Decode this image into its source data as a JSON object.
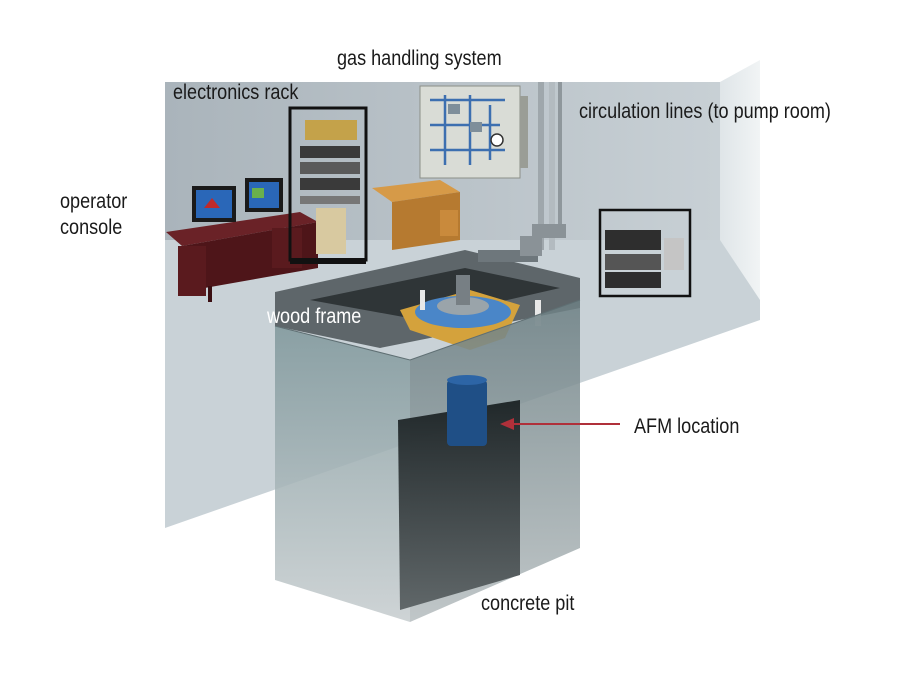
{
  "labels": {
    "gas_handling": "gas handling system",
    "electronics_rack": "electronics rack",
    "circulation_lines": "circulation lines (to pump room)",
    "operator_console": "operator\nconsole",
    "wood_frame": "wood frame",
    "afm_location": "AFM location",
    "concrete_pit": "concrete pit"
  },
  "colors": {
    "floor": "#c9d2d7",
    "wall": "#bfc8ce",
    "desk": "#5a1a1e",
    "table": "#c98a3c",
    "rack": "#111111",
    "frame": "#d4a23c",
    "plate": "#4a86c8",
    "arrow": "#b0303a",
    "pit_glass": "#6f878c",
    "afm": "#1f4f86"
  }
}
